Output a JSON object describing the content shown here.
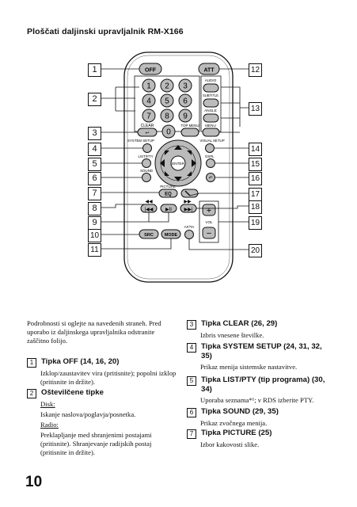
{
  "title": "Ploščati daljinski upravljalnik RM-X166",
  "remote": {
    "keys": {
      "off": "OFF",
      "att": "ATT",
      "digits": [
        "1",
        "2",
        "3",
        "4",
        "5",
        "6",
        "7",
        "8",
        "9",
        "0"
      ],
      "audio": "AUDIO",
      "subtitle": "SUBTITLE",
      "angle": "ANGLE",
      "clear": "CLEAR",
      "top_menu": "TOP MENU",
      "menu": "MENU",
      "system_setup": "SYSTEM SETUP",
      "visual_setup": "VISUAL SETUP",
      "list_pty": "LIST/PTY",
      "dspl": "DSPL",
      "sound": "SOUND",
      "enter": "ENTER",
      "picture": "PICTURE",
      "eq": "EQ",
      "vol": "VOL",
      "src": "SRC",
      "mode": "MODE",
      "af_ta": "AF/TA"
    },
    "callouts_left": [
      "1",
      "2",
      "3",
      "4",
      "5",
      "6",
      "7",
      "8",
      "9",
      "10",
      "11"
    ],
    "callouts_right": [
      "12",
      "13",
      "14",
      "15",
      "16",
      "17",
      "18",
      "19",
      "20"
    ]
  },
  "intro": "Podrobnosti si oglejte na navedenih straneh. Pred uporabo iz daljinskega upravljalnika odstranite zaščitno folijo.",
  "entries_left": [
    {
      "num": "1",
      "head": "Tipka OFF (14, 16, 20)",
      "desc": "Izklop/zaustavitev vira (pritisnite); popolni izklop (pritisnite in držite)."
    },
    {
      "num": "2",
      "head": "Oštevilčene tipke",
      "disc_label": "Disk:",
      "disc_desc": "Iskanje naslova/poglavja/posnetka.",
      "radio_label": "Radio:",
      "radio_desc": "Preklapljanje med shranjenimi postajami (pritisnite). Shranjevanje radijskih postaj (pritisnite in držite)."
    }
  ],
  "entries_right": [
    {
      "num": "3",
      "head": "Tipka CLEAR (26, 29)",
      "desc": "Izbris vnesene številke."
    },
    {
      "num": "4",
      "head": "Tipka SYSTEM SETUP (24, 31, 32, 35)",
      "desc": "Prikaz menija sistemske nastavitve."
    },
    {
      "num": "5",
      "head": "Tipka LIST/PTY (tip programa) (30, 34)",
      "desc": "Uporaba seznama*¹; v RDS izberite PTY."
    },
    {
      "num": "6",
      "head": "Tipka SOUND (29, 35)",
      "desc": "Prikaz zvočnega menija."
    },
    {
      "num": "7",
      "head": "Tipka PICTURE (25)",
      "desc": "Izbor kakovosti slike."
    }
  ],
  "page_number": "10"
}
